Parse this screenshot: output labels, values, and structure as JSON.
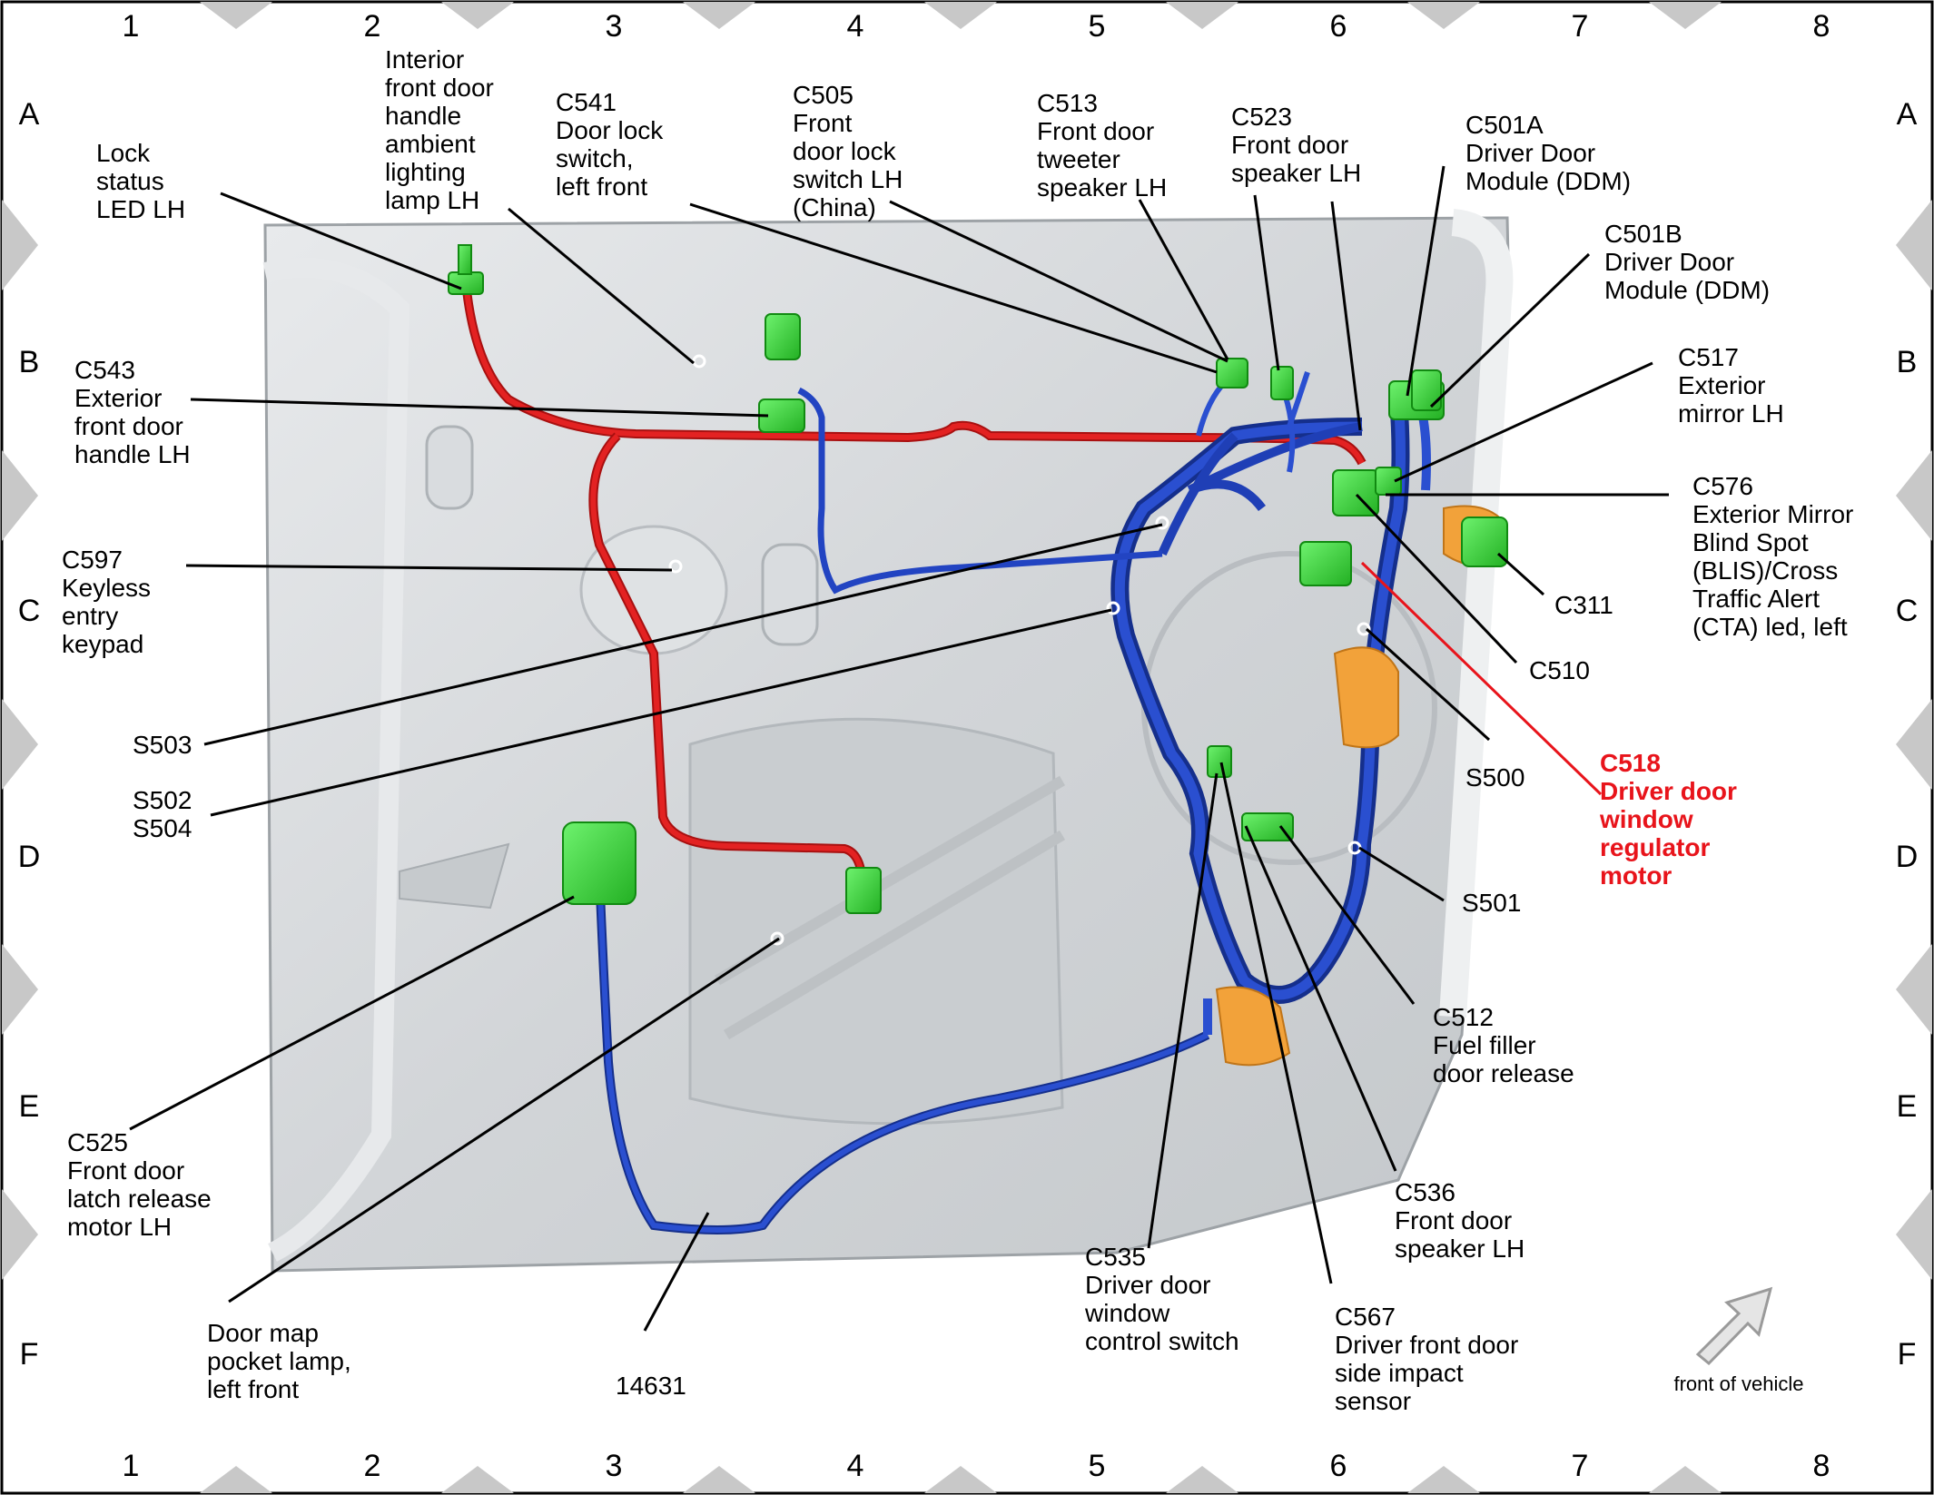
{
  "grid": {
    "columns": [
      "1",
      "2",
      "3",
      "4",
      "5",
      "6",
      "7",
      "8"
    ],
    "rows": [
      "A",
      "B",
      "C",
      "D",
      "E",
      "F"
    ]
  },
  "orientation_label": "front of vehicle",
  "colors": {
    "connector": "#3fd83f",
    "connector_dark": "#1d9a1d",
    "harness_blue": "#1e3fb0",
    "harness_red": "#d51b1b",
    "clip_orange": "#f2a23a",
    "highlight_red": "#e8141b",
    "panel": "#d3d6d9"
  },
  "labels": [
    {
      "id": "lock-status-led",
      "lines": [
        "Lock",
        "status",
        "LED LH"
      ]
    },
    {
      "id": "c-interior-handle-lamp",
      "lines": [
        "Interior",
        "front door",
        "handle",
        "ambient",
        "lighting",
        "lamp LH"
      ]
    },
    {
      "id": "c541",
      "lines": [
        "C541",
        "Door lock",
        "switch,",
        "left front"
      ]
    },
    {
      "id": "c505",
      "lines": [
        "C505",
        "Front",
        "door lock",
        "switch LH",
        "(China)"
      ]
    },
    {
      "id": "c513",
      "lines": [
        "C513",
        "Front door",
        "tweeter",
        "speaker LH"
      ]
    },
    {
      "id": "c523",
      "lines": [
        "C523",
        "Front door",
        "speaker LH"
      ]
    },
    {
      "id": "c501a",
      "lines": [
        "C501A",
        "Driver Door",
        "Module (DDM)"
      ]
    },
    {
      "id": "c501b",
      "lines": [
        "C501B",
        "Driver Door",
        "Module (DDM)"
      ]
    },
    {
      "id": "c517",
      "lines": [
        "C517",
        "Exterior",
        "mirror LH"
      ]
    },
    {
      "id": "c576",
      "lines": [
        "C576",
        "Exterior Mirror",
        "Blind Spot",
        "(BLIS)/Cross",
        "Traffic Alert",
        "(CTA) led, left"
      ]
    },
    {
      "id": "c311",
      "lines": [
        "C311"
      ]
    },
    {
      "id": "c510",
      "lines": [
        "C510"
      ]
    },
    {
      "id": "c518",
      "lines": [
        "C518",
        "Driver door",
        "window",
        "regulator",
        "motor"
      ]
    },
    {
      "id": "s500",
      "lines": [
        "S500"
      ]
    },
    {
      "id": "s501",
      "lines": [
        "S501"
      ]
    },
    {
      "id": "c512",
      "lines": [
        "C512",
        "Fuel filler",
        "door release"
      ]
    },
    {
      "id": "c536",
      "lines": [
        "C536",
        "Front door",
        "speaker LH"
      ]
    },
    {
      "id": "c567",
      "lines": [
        "C567",
        "Driver front door",
        "side impact",
        "sensor"
      ]
    },
    {
      "id": "c535",
      "lines": [
        "C535",
        "Driver door",
        "window",
        "control switch"
      ]
    },
    {
      "id": "h14631",
      "lines": [
        "14631"
      ]
    },
    {
      "id": "map-lamp",
      "lines": [
        "Door map",
        "pocket lamp,",
        "left front"
      ]
    },
    {
      "id": "c525",
      "lines": [
        "C525",
        "Front door",
        "latch release",
        "motor LH"
      ]
    },
    {
      "id": "s502-s504",
      "lines": [
        "S502",
        "S504"
      ]
    },
    {
      "id": "s503",
      "lines": [
        "S503"
      ]
    },
    {
      "id": "c597",
      "lines": [
        "C597",
        "Keyless",
        "entry",
        "keypad"
      ]
    },
    {
      "id": "c543",
      "lines": [
        "C543",
        "Exterior",
        "front door",
        "handle LH"
      ]
    }
  ]
}
